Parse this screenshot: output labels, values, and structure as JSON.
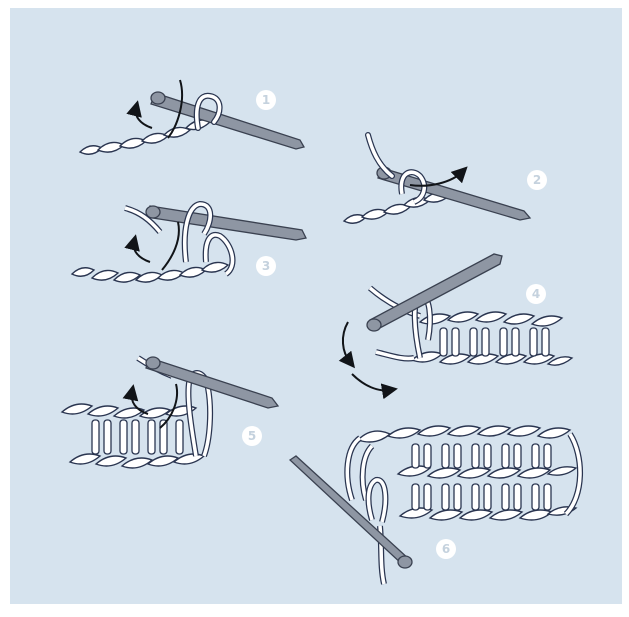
{
  "colors": {
    "background": "#d6e3ee",
    "page": "#ffffff",
    "yarn_fill": "#ffffff",
    "yarn_stroke": "#2a3550",
    "hook": "#8e96a3",
    "hook_edge": "#3a4150",
    "arrow": "#111418",
    "badge": "#ffffff",
    "badge_text": "#c5d2de"
  },
  "steps": [
    {
      "number": "1",
      "label": "step-1"
    },
    {
      "number": "2",
      "label": "step-2"
    },
    {
      "number": "3",
      "label": "step-3"
    },
    {
      "number": "4",
      "label": "step-4"
    },
    {
      "number": "5",
      "label": "step-5"
    },
    {
      "number": "6",
      "label": "step-6"
    }
  ]
}
